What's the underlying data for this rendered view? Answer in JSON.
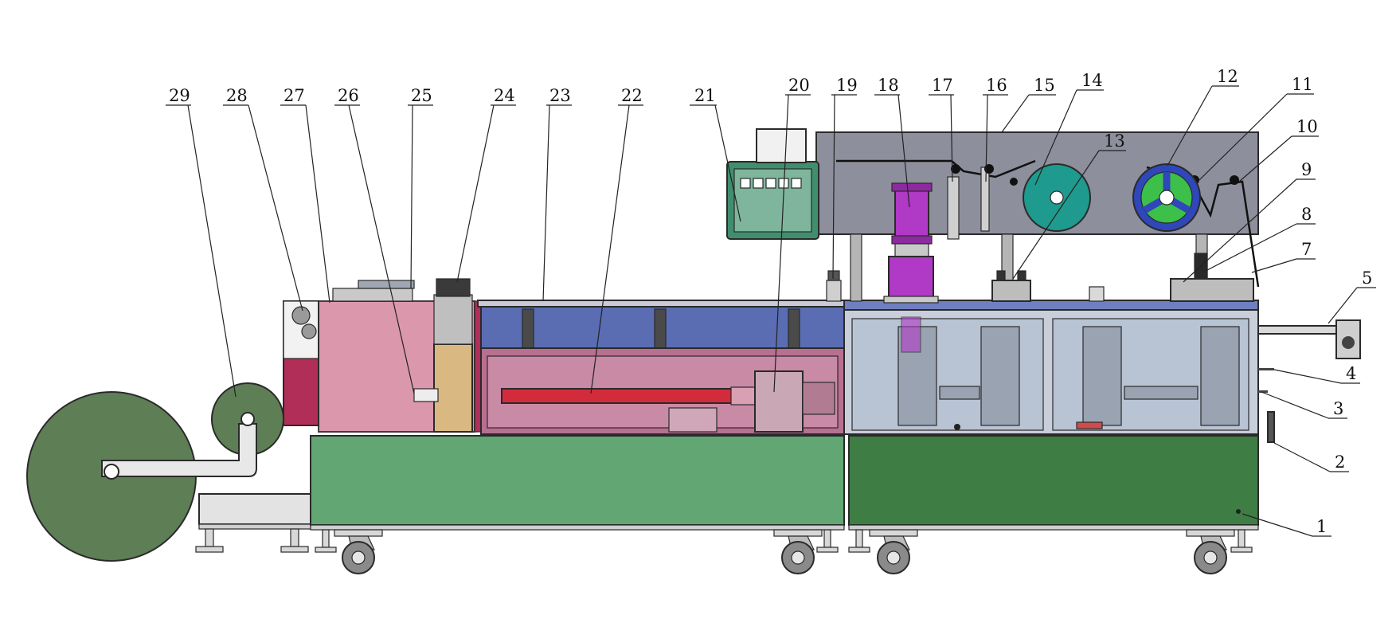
{
  "figure": {
    "callouts": [
      {
        "num": "1"
      },
      {
        "num": "2"
      },
      {
        "num": "3"
      },
      {
        "num": "4"
      },
      {
        "num": "5"
      },
      {
        "num": "7"
      },
      {
        "num": "8"
      },
      {
        "num": "9"
      },
      {
        "num": "10"
      },
      {
        "num": "11"
      },
      {
        "num": "12"
      },
      {
        "num": "13"
      },
      {
        "num": "14"
      },
      {
        "num": "15"
      },
      {
        "num": "16"
      },
      {
        "num": "17"
      },
      {
        "num": "18"
      },
      {
        "num": "19"
      },
      {
        "num": "20"
      },
      {
        "num": "21"
      },
      {
        "num": "22"
      },
      {
        "num": "23"
      },
      {
        "num": "24"
      },
      {
        "num": "25"
      },
      {
        "num": "26"
      },
      {
        "num": "27"
      },
      {
        "num": "28"
      },
      {
        "num": "29"
      }
    ]
  },
  "colors": {
    "green_cabinet_left": "#62a674",
    "green_cabinet_right": "#3e7d44",
    "upper_gray_panel": "#8e8f9c",
    "blue_section": "#5a6cb2",
    "pink_section": "#d07a96",
    "red_rod": "#d22c3c",
    "film_roll_green": "#5e7e56",
    "teal_reel": "#1e9a8e",
    "blue_reel": "#2f47b8",
    "purple_press": "#b039c6",
    "control_box": "#3f8f6e",
    "window_glass": "#b8c4d4"
  }
}
